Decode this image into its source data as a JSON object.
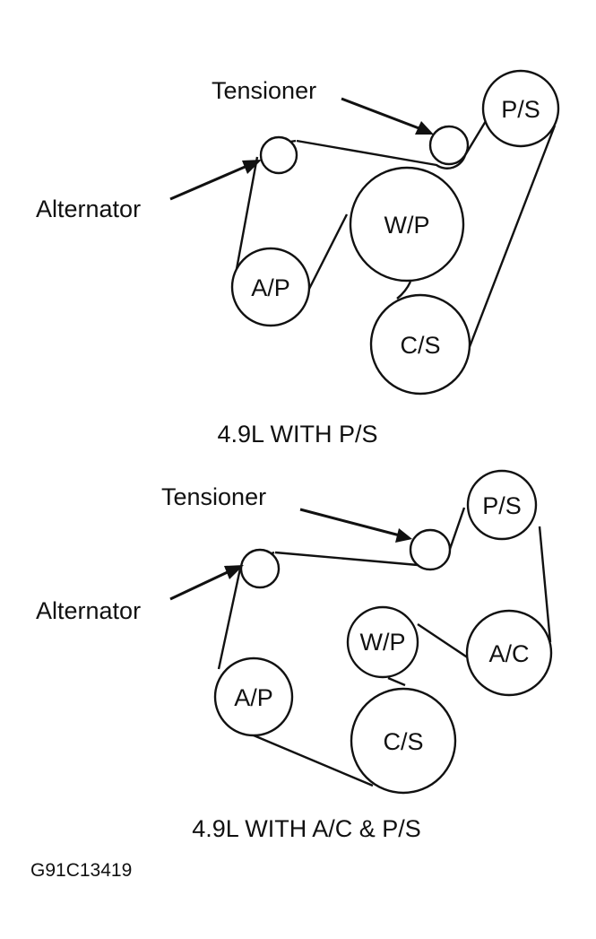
{
  "figure_code": "G91C13419",
  "diagrams": [
    {
      "caption": "4.9L WITH P/S",
      "callouts": {
        "tensioner": "Tensioner",
        "alternator": "Alternator"
      },
      "pulleys": {
        "ps": "P/S",
        "wp": "W/P",
        "ap": "A/P",
        "cs": "C/S"
      }
    },
    {
      "caption": "4.9L WITH A/C & P/S",
      "callouts": {
        "tensioner": "Tensioner",
        "alternator": "Alternator"
      },
      "pulleys": {
        "ps": "P/S",
        "wp": "W/P",
        "ap": "A/P",
        "ac": "A/C",
        "cs": "C/S"
      }
    }
  ]
}
